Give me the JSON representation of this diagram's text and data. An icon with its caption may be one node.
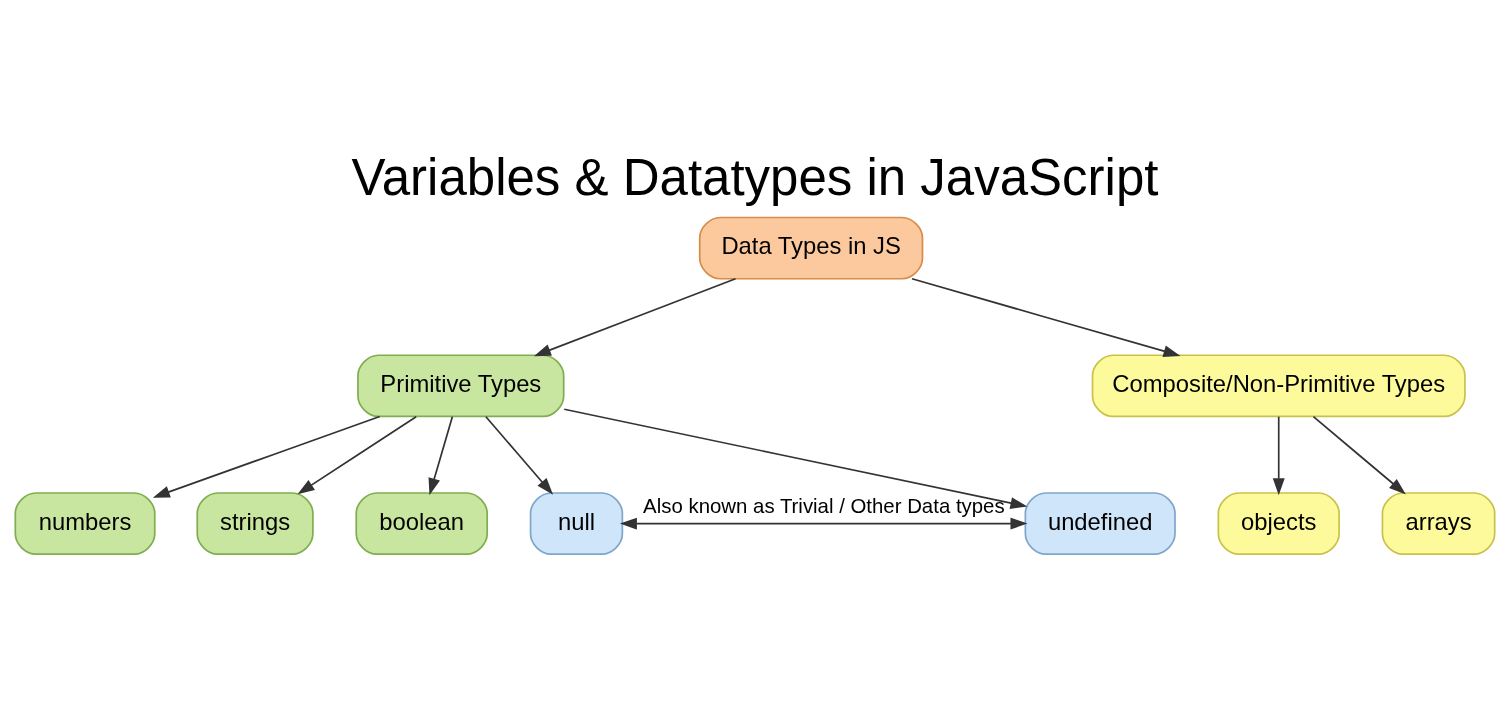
{
  "diagram": {
    "title": "Variables & Datatypes in JavaScript",
    "nodes": [
      {
        "text": [
          "Data Types in JS"
        ]
      },
      {
        "text": [
          "Primitive Types"
        ]
      },
      {
        "text": [
          "Composite/Non-Primitive Types"
        ]
      },
      {
        "text": [
          "numbers"
        ]
      },
      {
        "text": [
          "strings"
        ]
      },
      {
        "text": [
          "boolean"
        ]
      },
      {
        "text": [
          "null"
        ]
      },
      {
        "text": [
          "undefined"
        ]
      },
      {
        "text": [
          "objects"
        ]
      },
      {
        "text": [
          "arrays"
        ]
      }
    ],
    "edges": [
      {
        "from": 0,
        "to": 1,
        "arrow": "to"
      },
      {
        "from": 0,
        "to": 2,
        "arrow": "to"
      },
      {
        "from": 1,
        "to": 3,
        "arrow": "to"
      },
      {
        "from": 1,
        "to": 4,
        "arrow": "to"
      },
      {
        "from": 1,
        "to": 5,
        "arrow": "to"
      },
      {
        "from": 1,
        "to": 6,
        "arrow": "to"
      },
      {
        "from": 1,
        "to": 7,
        "arrow": "to"
      },
      {
        "from": 2,
        "to": 8,
        "arrow": "to"
      },
      {
        "from": 2,
        "to": 9,
        "arrow": "to"
      },
      {
        "from": 6,
        "to": 7,
        "arrow": "both",
        "label": "Also known as Trivial / Other Data types"
      }
    ]
  }
}
